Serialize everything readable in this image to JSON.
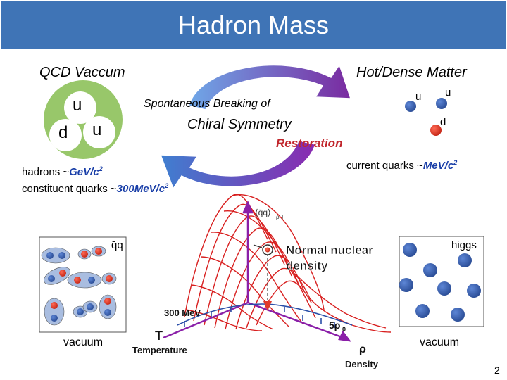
{
  "slide": {
    "title": "Hadron Mass",
    "page_number": "2"
  },
  "left": {
    "heading": "QCD Vaccum",
    "quarks": [
      "u",
      "d",
      "u"
    ],
    "hadrons_label": "hadrons ~",
    "hadrons_value": "GeV/c",
    "hadrons_exp": "2",
    "constituent_label": "constituent quarks ~",
    "constituent_value": "300MeV/c",
    "constituent_exp": "2"
  },
  "right": {
    "heading": "Hot/Dense Matter",
    "quarks": [
      "u",
      "u",
      "d"
    ],
    "current_label": "current quarks ~",
    "current_value": "MeV/c",
    "current_exp": "2"
  },
  "center": {
    "line1": "Spontaneous Breaking of",
    "line2": "Chiral Symmetry",
    "line3": "Restoration"
  },
  "plot": {
    "axis_top": "⟨q̄q⟩",
    "axis_top_sub": "ρ,T",
    "normal_label_1": "Normal nuclear",
    "normal_label_2": "density",
    "mev_label": "300 MeV",
    "rho_label": "5ρ",
    "rho_sub": "0",
    "t_label": "T",
    "t_word": "Temperature",
    "rho_axis_label": "ρ",
    "rho_word": "Density"
  },
  "boxes": {
    "left_tag": "q̄q",
    "left_caption": "vacuum",
    "right_tag": "higgs",
    "right_caption": "vacuum"
  },
  "colors": {
    "title_bg": "#3f74b6",
    "quark_blue": "#3159a8",
    "quark_red": "#e03a2a",
    "vacuum_green": "#98c76a",
    "surface_red": "#d81f1f",
    "axis_purple": "#8a1fa8",
    "pair_blob": "#a9bde0",
    "arrow_purple": "#6f2a9a",
    "arrow_blue": "#3f7fd0"
  }
}
